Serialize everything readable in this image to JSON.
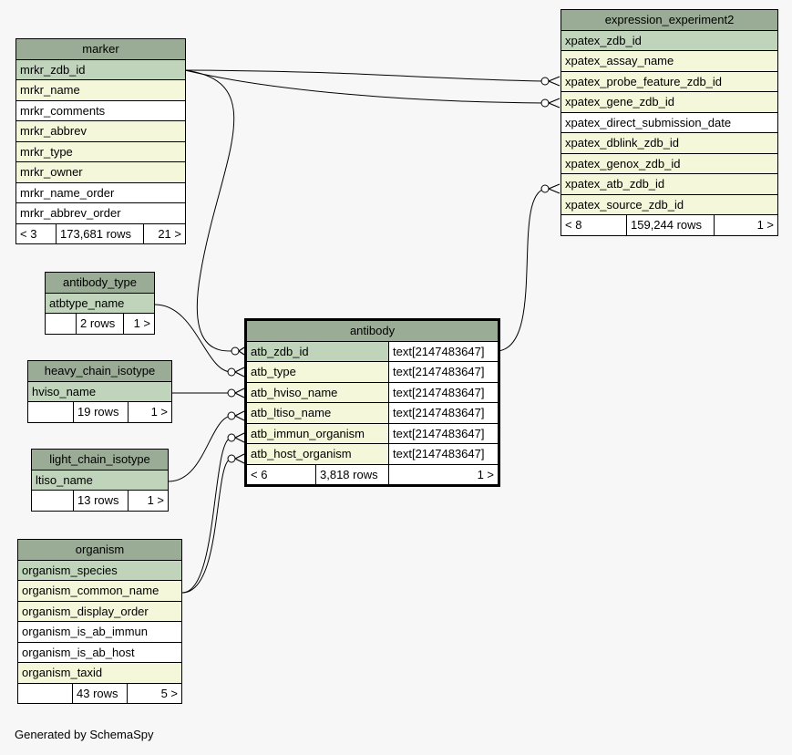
{
  "tables": {
    "marker": {
      "title": "marker",
      "columns": [
        {
          "name": "mrkr_zdb_id",
          "kind": "pk"
        },
        {
          "name": "mrkr_name",
          "kind": "fk"
        },
        {
          "name": "mrkr_comments",
          "kind": "plain"
        },
        {
          "name": "mrkr_abbrev",
          "kind": "fk"
        },
        {
          "name": "mrkr_type",
          "kind": "fk"
        },
        {
          "name": "mrkr_owner",
          "kind": "fk"
        },
        {
          "name": "mrkr_name_order",
          "kind": "plain"
        },
        {
          "name": "mrkr_abbrev_order",
          "kind": "plain"
        }
      ],
      "footer": [
        "< 3",
        "173,681 rows",
        "21 >"
      ]
    },
    "expression_experiment2": {
      "title": "expression_experiment2",
      "columns": [
        {
          "name": "xpatex_zdb_id",
          "kind": "pk"
        },
        {
          "name": "xpatex_assay_name",
          "kind": "fk"
        },
        {
          "name": "xpatex_probe_feature_zdb_id",
          "kind": "fk"
        },
        {
          "name": "xpatex_gene_zdb_id",
          "kind": "fk"
        },
        {
          "name": "xpatex_direct_submission_date",
          "kind": "plain"
        },
        {
          "name": "xpatex_dblink_zdb_id",
          "kind": "fk"
        },
        {
          "name": "xpatex_genox_zdb_id",
          "kind": "fk"
        },
        {
          "name": "xpatex_atb_zdb_id",
          "kind": "fk"
        },
        {
          "name": "xpatex_source_zdb_id",
          "kind": "fk"
        }
      ],
      "footer": [
        "< 8",
        "159,244 rows",
        "1 >"
      ]
    },
    "antibody_type": {
      "title": "antibody_type",
      "columns": [
        {
          "name": "atbtype_name",
          "kind": "pk"
        }
      ],
      "footer": [
        "",
        "2 rows",
        "1 >"
      ]
    },
    "heavy_chain_isotype": {
      "title": "heavy_chain_isotype",
      "columns": [
        {
          "name": "hviso_name",
          "kind": "pk"
        }
      ],
      "footer": [
        "",
        "19 rows",
        "1 >"
      ]
    },
    "light_chain_isotype": {
      "title": "light_chain_isotype",
      "columns": [
        {
          "name": "ltiso_name",
          "kind": "pk"
        }
      ],
      "footer": [
        "",
        "13 rows",
        "1 >"
      ]
    },
    "organism": {
      "title": "organism",
      "columns": [
        {
          "name": "organism_species",
          "kind": "pk"
        },
        {
          "name": "organism_common_name",
          "kind": "fk"
        },
        {
          "name": "organism_display_order",
          "kind": "fk"
        },
        {
          "name": "organism_is_ab_immun",
          "kind": "plain"
        },
        {
          "name": "organism_is_ab_host",
          "kind": "plain"
        },
        {
          "name": "organism_taxid",
          "kind": "fk"
        }
      ],
      "footer": [
        "",
        "43 rows",
        "5 >"
      ]
    },
    "antibody": {
      "title": "antibody",
      "columns": [
        {
          "name": "atb_zdb_id",
          "type": "text[2147483647]",
          "kind": "pk"
        },
        {
          "name": "atb_type",
          "type": "text[2147483647]",
          "kind": "fk"
        },
        {
          "name": "atb_hviso_name",
          "type": "text[2147483647]",
          "kind": "fk"
        },
        {
          "name": "atb_ltiso_name",
          "type": "text[2147483647]",
          "kind": "fk"
        },
        {
          "name": "atb_immun_organism",
          "type": "text[2147483647]",
          "kind": "fk"
        },
        {
          "name": "atb_host_organism",
          "type": "text[2147483647]",
          "kind": "fk"
        }
      ],
      "footer": [
        "< 6",
        "3,818 rows",
        "1 >"
      ]
    }
  },
  "footer_text": "Generated by SchemaSpy"
}
